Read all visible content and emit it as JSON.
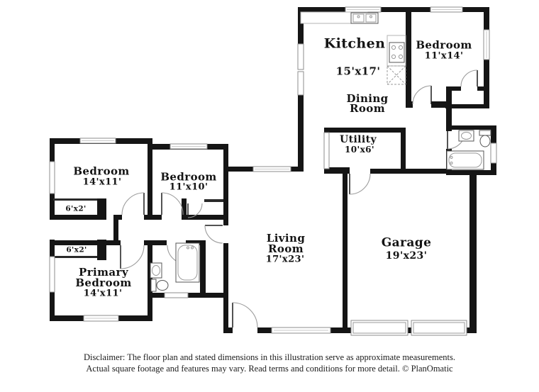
{
  "floorplan": {
    "rooms": [
      {
        "id": "kitchen",
        "name": "Kitchen",
        "dims": "15'x17'"
      },
      {
        "id": "dining-room",
        "name": "Dining\nRoom",
        "dims": ""
      },
      {
        "id": "bedroom-top-right",
        "name": "Bedroom",
        "dims": "11'x14'"
      },
      {
        "id": "utility",
        "name": "Utility",
        "dims": "10'x6'"
      },
      {
        "id": "bedroom-left",
        "name": "Bedroom",
        "dims": "14'x11'"
      },
      {
        "id": "bedroom-middle",
        "name": "Bedroom",
        "dims": "11'x10'"
      },
      {
        "id": "closet-upper",
        "name": "",
        "dims": "6'x2'"
      },
      {
        "id": "closet-lower",
        "name": "",
        "dims": "6'x2'"
      },
      {
        "id": "primary-bedroom",
        "name": "Primary\nBedroom",
        "dims": "14'x11'"
      },
      {
        "id": "living-room",
        "name": "Living\nRoom",
        "dims": "17'x23'"
      },
      {
        "id": "garage",
        "name": "Garage",
        "dims": "19'x23'"
      }
    ],
    "fixtures": [
      "kitchen-sink",
      "stove",
      "pantry",
      "bathtub",
      "toilet",
      "vanity-sink",
      "garage-door",
      "sliding-door",
      "bifold-door",
      "window",
      "door-swing"
    ],
    "colors": {
      "wall": "#151515",
      "background": "#ffffff",
      "fixture_outline": "#555555",
      "window_outline": "#8e8e8e"
    }
  },
  "footer": {
    "line1": "Disclaimer: The floor plan and stated dimensions in this illustration serve as approximate measurements.",
    "line2": "Actual square footage and features may vary. Read terms and conditions for more detail. © PlanOmatic"
  }
}
